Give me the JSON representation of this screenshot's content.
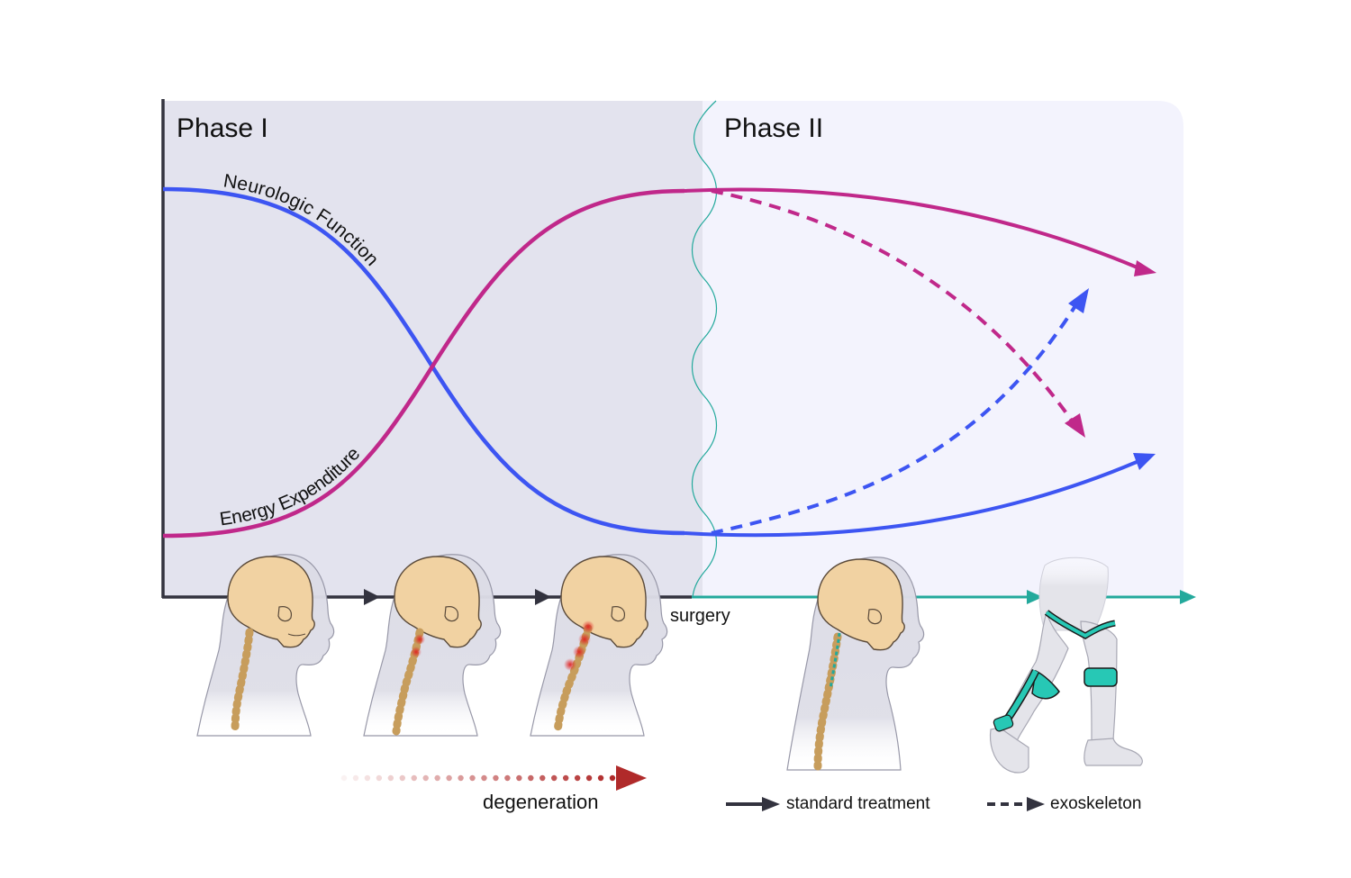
{
  "phases": {
    "phase1_label": "Phase I",
    "phase2_label": "Phase II"
  },
  "curves": {
    "neurologic_label": "Neurologic Function",
    "energy_label": "Energy Expenditure"
  },
  "timeline": {
    "surgery_label": "surgery",
    "degeneration_label": "degeneration"
  },
  "legend": {
    "standard_label": "standard treatment",
    "exoskeleton_label": "exoskeleton"
  },
  "colors": {
    "neurologic": "#3d55f2",
    "energy": "#c0288a",
    "axis": "#33333f",
    "recovery": "#23a99c",
    "phase1_bg": "#e3e3ee",
    "phase2_bg": "#f3f3fd",
    "degeneration": "#b02a2a",
    "skull": "#f1d2a2",
    "body": "#dcdce6"
  },
  "icons": [
    "head-spine-healthy",
    "head-spine-degenerating",
    "head-spine-severe",
    "head-spine-post-surgery",
    "legs-with-exoskeleton"
  ]
}
